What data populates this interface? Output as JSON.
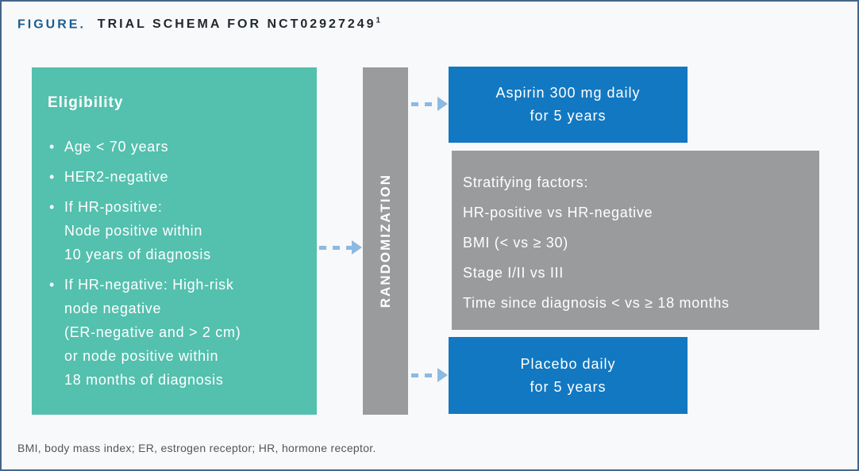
{
  "colors": {
    "teal": "#54c0ae",
    "arm_blue": "#1278c1",
    "gray": "#9a9b9d",
    "arrow_blue": "#8db9e2",
    "frame_border": "#44658a",
    "background": "#f8f9fa",
    "title_blue": "#1d5c8d",
    "title_dark": "#23282e"
  },
  "header": {
    "prefix": "FIGURE.",
    "title": "TRIAL SCHEMA FOR NCT02927249",
    "reference_superscript": "1"
  },
  "eligibility": {
    "heading": "Eligibility",
    "items": [
      "Age < 70 years",
      "HER2-negative",
      "If HR-positive:\nNode positive within\n10 years of diagnosis",
      "If HR-negative: High-risk\nnode negative\n(ER-negative and > 2 cm)\nor node positive within\n18 months of diagnosis"
    ]
  },
  "randomization": {
    "label": "RANDOMIZATION"
  },
  "arms": {
    "aspirin": "Aspirin 300 mg daily\nfor 5 years",
    "placebo": "Placebo daily\nfor 5 years"
  },
  "stratification": {
    "lines": [
      "Stratifying factors:",
      "HR-positive vs HR-negative",
      "BMI (< vs ≥ 30)",
      "Stage I/II vs III",
      "Time since diagnosis < vs ≥ 18 months"
    ]
  },
  "footnote": "BMI, body mass index; ER, estrogen receptor; HR, hormone receptor."
}
